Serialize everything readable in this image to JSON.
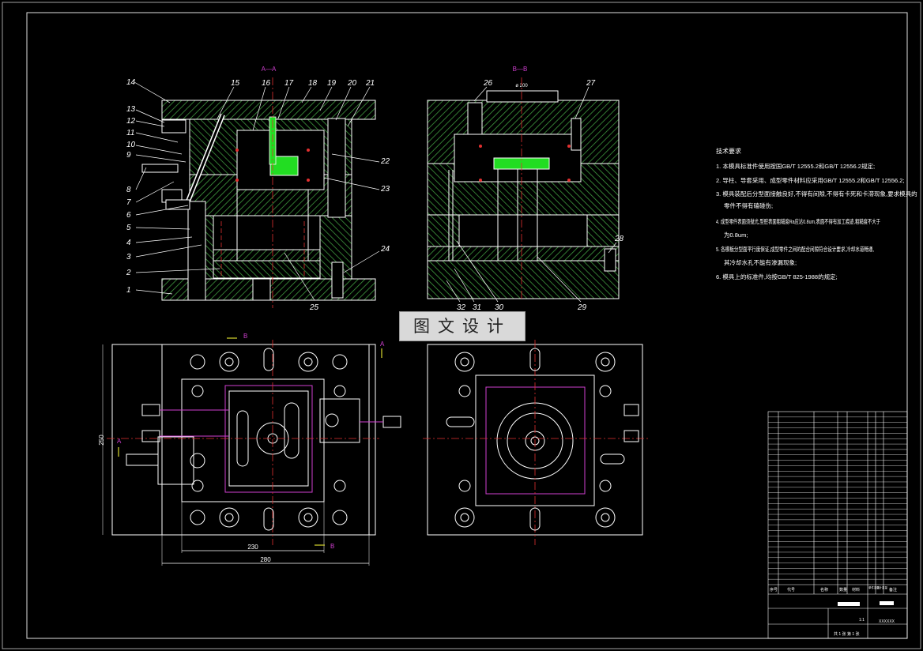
{
  "sections": {
    "front": "A—A",
    "side": "B—B"
  },
  "part_numbers_left": [
    "14",
    "13",
    "12",
    "11",
    "10",
    "9",
    "8",
    "7",
    "6",
    "5",
    "4",
    "3",
    "2",
    "1"
  ],
  "part_numbers_top": [
    "15",
    "16",
    "17",
    "18",
    "19",
    "20",
    "21"
  ],
  "part_numbers_right": [
    "22",
    "23",
    "24"
  ],
  "part_numbers_bottom": [
    "25"
  ],
  "part_numbers_side_top": [
    "26",
    "27"
  ],
  "part_numbers_side_right": [
    "28"
  ],
  "part_numbers_side_bottom": [
    "32",
    "31",
    "30",
    "29"
  ],
  "dimensions": {
    "side_top": "ø 200",
    "overall_inner": "230",
    "overall_outer": "280",
    "height": "250"
  },
  "view_markers": {
    "a": "A",
    "b": "B"
  },
  "watermark": "图文设计",
  "technical_requirements": {
    "title": "技术要求",
    "items": [
      "1. 本模具标准件使用按国GB/T 12555.2和GB/T 12556.2规定;",
      "2. 导柱、导套采用、成型零件材料应采用GB/T 12555.2和GB/T 12556.2;",
      "3. 模具装配后分型面接触良好,不得有间隙,不得有卡死和卡滞现象,要求模具的",
      "零件不得有磕碰伤;",
      "4. 成型零件表面须抛光,型腔表面粗糙度Ra应达0.8um,表面不得有加工痕迹,粗糙度不大于",
      "为0.8um;",
      "5. 各模板分型面平行度保证,成型零件之间的配合间隙符合设计要求,冷却水道畅通,",
      "其冷却水孔不能有渗漏现象;",
      "6. 模具上的标准件,均按GB/T 825-1988的规定;"
    ]
  },
  "title_block": {
    "header_labels": [
      "序号",
      "代号",
      "名称",
      "数量",
      "材料",
      "单件重量",
      "总计重量",
      "备注"
    ],
    "scale": "1:1",
    "sheet_info": "共 1 张  第 1 张",
    "drawing_code": "XXXXXX"
  }
}
